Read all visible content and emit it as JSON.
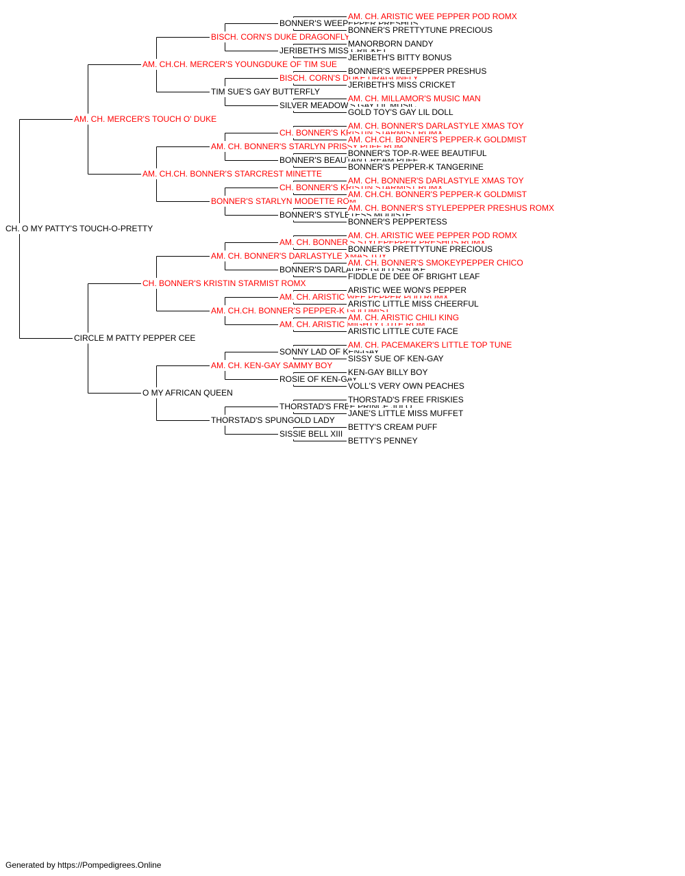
{
  "colors": {
    "champion": "#ff0000",
    "normal": "#000000",
    "lines": "#000000"
  },
  "footer": "Generated by https://Pompedigrees.Online",
  "pedigree": {
    "name": "CH. O MY PATTY'S TOUCH-O-PRETTY",
    "red": false,
    "sire": {
      "name": "AM. CH. MERCER'S TOUCH O' DUKE",
      "red": true,
      "sire": {
        "name": "AM. CH.CH. MERCER'S YOUNGDUKE OF TIM SUE",
        "red": true,
        "sire": {
          "name": "BISCH. CORN'S DUKE DRAGONFLY",
          "red": true,
          "sire": {
            "name": "BONNER'S WEEPEPPER PRESHUS",
            "red": false,
            "sire": {
              "name": "AM. CH. ARISTIC WEE PEPPER POD ROMX",
              "red": true
            },
            "dam": {
              "name": "BONNER'S PRETTYTUNE PRECIOUS",
              "red": false
            }
          },
          "dam": {
            "name": "JERIBETH'S MISS CRICKET",
            "red": false,
            "sire": {
              "name": "MANORBORN DANDY",
              "red": false
            },
            "dam": {
              "name": "JERIBETH'S BITTY BONUS",
              "red": false
            }
          }
        },
        "dam": {
          "name": "TIM SUE'S GAY BUTTERFLY",
          "red": false,
          "sire": {
            "name": "BISCH. CORN'S DUKE DRAGONFLY",
            "red": true,
            "sire": {
              "name": "BONNER'S WEEPEPPER PRESHUS",
              "red": false
            },
            "dam": {
              "name": "JERIBETH'S MISS CRICKET",
              "red": false
            }
          },
          "dam": {
            "name": "SILVER MEADOW'S GAY LIL MUSIC",
            "red": false,
            "sire": {
              "name": "AM. CH. MILLAMOR'S MUSIC MAN",
              "red": true
            },
            "dam": {
              "name": "GOLD TOY'S GAY LIL DOLL",
              "red": false
            }
          }
        }
      },
      "dam": {
        "name": "AM. CH.CH. BONNER'S STARCREST MINETTE",
        "red": true,
        "sire": {
          "name": "AM. CH. BONNER'S STARLYN PRISSY PUFF ROM",
          "red": true,
          "sire": {
            "name": "CH. BONNER'S KRISTIN STARMIST ROMX",
            "red": true,
            "sire": {
              "name": "AM. CH. BONNER'S DARLASTYLE XMAS TOY",
              "red": true
            },
            "dam": {
              "name": "AM. CH.CH. BONNER'S PEPPER-K GOLDMIST",
              "red": true
            }
          },
          "dam": {
            "name": "BONNER'S BEAUTAN CREAM PUFF",
            "red": false,
            "sire": {
              "name": "BONNER'S TOP-R-WEE BEAUTIFUL",
              "red": false
            },
            "dam": {
              "name": "BONNER'S PEPPER-K TANGERINE",
              "red": false
            }
          }
        },
        "dam": {
          "name": "BONNER'S STARLYN MODETTE ROM",
          "red": true,
          "sire": {
            "name": "CH. BONNER'S KRISTIN STARMIST ROMX",
            "red": true,
            "sire": {
              "name": "AM. CH. BONNER'S DARLASTYLE XMAS TOY",
              "red": true
            },
            "dam": {
              "name": "AM. CH.CH. BONNER'S PEPPER-K GOLDMIST",
              "red": true
            }
          },
          "dam": {
            "name": "BONNER'S STYLETESS MODISTE",
            "red": false,
            "sire": {
              "name": "AM. CH. BONNER'S STYLEPEPPER PRESHUS ROMX",
              "red": true
            },
            "dam": {
              "name": "BONNER'S PEPPERTESS",
              "red": false
            }
          }
        }
      }
    },
    "dam": {
      "name": "CIRCLE M PATTY PEPPER CEE",
      "red": false,
      "sire": {
        "name": "CH. BONNER'S KRISTIN STARMIST ROMX",
        "red": true,
        "sire": {
          "name": "AM. CH. BONNER'S DARLASTYLE XMAS TOY",
          "red": true,
          "sire": {
            "name": "AM. CH. BONNER'S STYLEPEPPER PRESHUS ROMX",
            "red": true,
            "sire": {
              "name": "AM. CH. ARISTIC WEE PEPPER POD ROMX",
              "red": true
            },
            "dam": {
              "name": "BONNER'S PRETTYTUNE PRECIOUS",
              "red": false
            }
          },
          "dam": {
            "name": "BONNER'S DARLADEE GOLD SMOKE",
            "red": false,
            "sire": {
              "name": "AM. CH. BONNER'S SMOKEYPEPPER CHICO",
              "red": true
            },
            "dam": {
              "name": "FIDDLE DE DEE OF BRIGHT LEAF",
              "red": false
            }
          }
        },
        "dam": {
          "name": "AM. CH.CH. BONNER'S PEPPER-K GOLDMIST",
          "red": true,
          "sire": {
            "name": "AM. CH. ARISTIC WEE PEPPER POD ROMX",
            "red": true,
            "sire": {
              "name": "ARISTIC WEE WON'S PEPPER",
              "red": false
            },
            "dam": {
              "name": "ARISTIC LITTLE MISS CHEERFUL",
              "red": false
            }
          },
          "dam": {
            "name": "AM. CH. ARISTIC MIGHTY CUTE ROM",
            "red": true,
            "sire": {
              "name": "AM. CH. ARISTIC CHILI KING",
              "red": true
            },
            "dam": {
              "name": "ARISTIC LITTLE CUTE FACE",
              "red": false
            }
          }
        }
      },
      "dam": {
        "name": "O MY AFRICAN QUEEN",
        "red": false,
        "sire": {
          "name": "AM. CH. KEN-GAY SAMMY BOY",
          "red": true,
          "sire": {
            "name": "SONNY LAD OF KEN-GAY",
            "red": false,
            "sire": {
              "name": "AM. CH. PACEMAKER'S LITTLE TOP TUNE",
              "red": true
            },
            "dam": {
              "name": "SISSY SUE OF KEN-GAY",
              "red": false
            }
          },
          "dam": {
            "name": "ROSIE OF KEN-GAY",
            "red": false,
            "sire": {
              "name": "KEN-GAY BILLY BOY",
              "red": false
            },
            "dam": {
              "name": "VOLL'S VERY OWN PEACHES",
              "red": false
            }
          }
        },
        "dam": {
          "name": "THORSTAD'S SPUNGOLD LADY",
          "red": false,
          "sire": {
            "name": "THORSTAD'S FREE PRINCE JULO",
            "red": false,
            "sire": {
              "name": "THORSTAD'S FREE FRISKIES",
              "red": false
            },
            "dam": {
              "name": "JANE'S LITTLE MISS MUFFET",
              "red": false
            }
          },
          "dam": {
            "name": "SISSIE BELL XIII",
            "red": false,
            "sire": {
              "name": "BETTY'S CREAM PUFF",
              "red": false
            },
            "dam": {
              "name": "BETTY'S PENNEY",
              "red": false
            }
          }
        }
      }
    }
  }
}
